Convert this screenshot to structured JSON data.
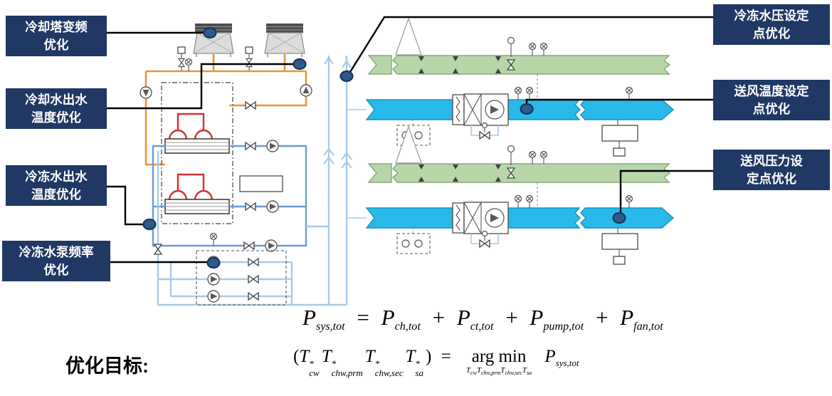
{
  "callouts": [
    {
      "line1": "冷却塔变频",
      "line2": "优化"
    },
    {
      "line1": "冷却水出水",
      "line2": "温度优化"
    },
    {
      "line1": "冷冻水出水",
      "line2": "温度优化"
    },
    {
      "line1": "冷冻水泵频率",
      "line2": "优化"
    },
    {
      "line1": "冷冻水压设定",
      "line2": "点优化"
    },
    {
      "line1": "送风温度设定",
      "line2": "点优化"
    },
    {
      "line1": "送风压力设",
      "line2": "定点优化"
    }
  ],
  "objective_label": "优化目标:",
  "formulas": {
    "f1": {
      "lhs": {
        "base": "P",
        "sub": "sys,tot"
      },
      "eq": "=",
      "plus": "+",
      "rhs": [
        {
          "base": "P",
          "sub": "ch,tot"
        },
        {
          "base": "P",
          "sub": "ct,tot"
        },
        {
          "base": "P",
          "sub": "pump,tot"
        },
        {
          "base": "P",
          "sub": "fan,tot"
        }
      ]
    },
    "f2": {
      "lparen": "(",
      "rparen": ")",
      "eq": "=",
      "argmin": "arg min",
      "vars": [
        {
          "base": "T",
          "sup": "*",
          "sub": "cw"
        },
        {
          "base": "T",
          "sup": "*",
          "sub": "chw,prm"
        },
        {
          "base": "T",
          "sup": "*",
          "sub": "chw,sec"
        },
        {
          "base": "T",
          "sup": "*",
          "sub": "sa"
        }
      ],
      "under": [
        {
          "base": "T",
          "sub": "cw"
        },
        {
          "base": "T",
          "sub": "chw,prm"
        },
        {
          "base": "T",
          "sub": "chw,sec"
        },
        {
          "base": "T",
          "sub": "sa"
        }
      ],
      "result": {
        "base": "P",
        "sub": "sys,tot"
      }
    }
  },
  "colors": {
    "callout_bg": "#1F3864",
    "callout_text": "#FFFFFF",
    "dot_fill": "#2E5B8E",
    "condenser_pipe": "#E8953A",
    "refrigerant": "#D63030",
    "chilled_primary": "#6C9BD2",
    "chilled_secondary": "#A8CBE8",
    "return_duct": "#B7D7A8",
    "supply_duct": "#29B9E8"
  }
}
